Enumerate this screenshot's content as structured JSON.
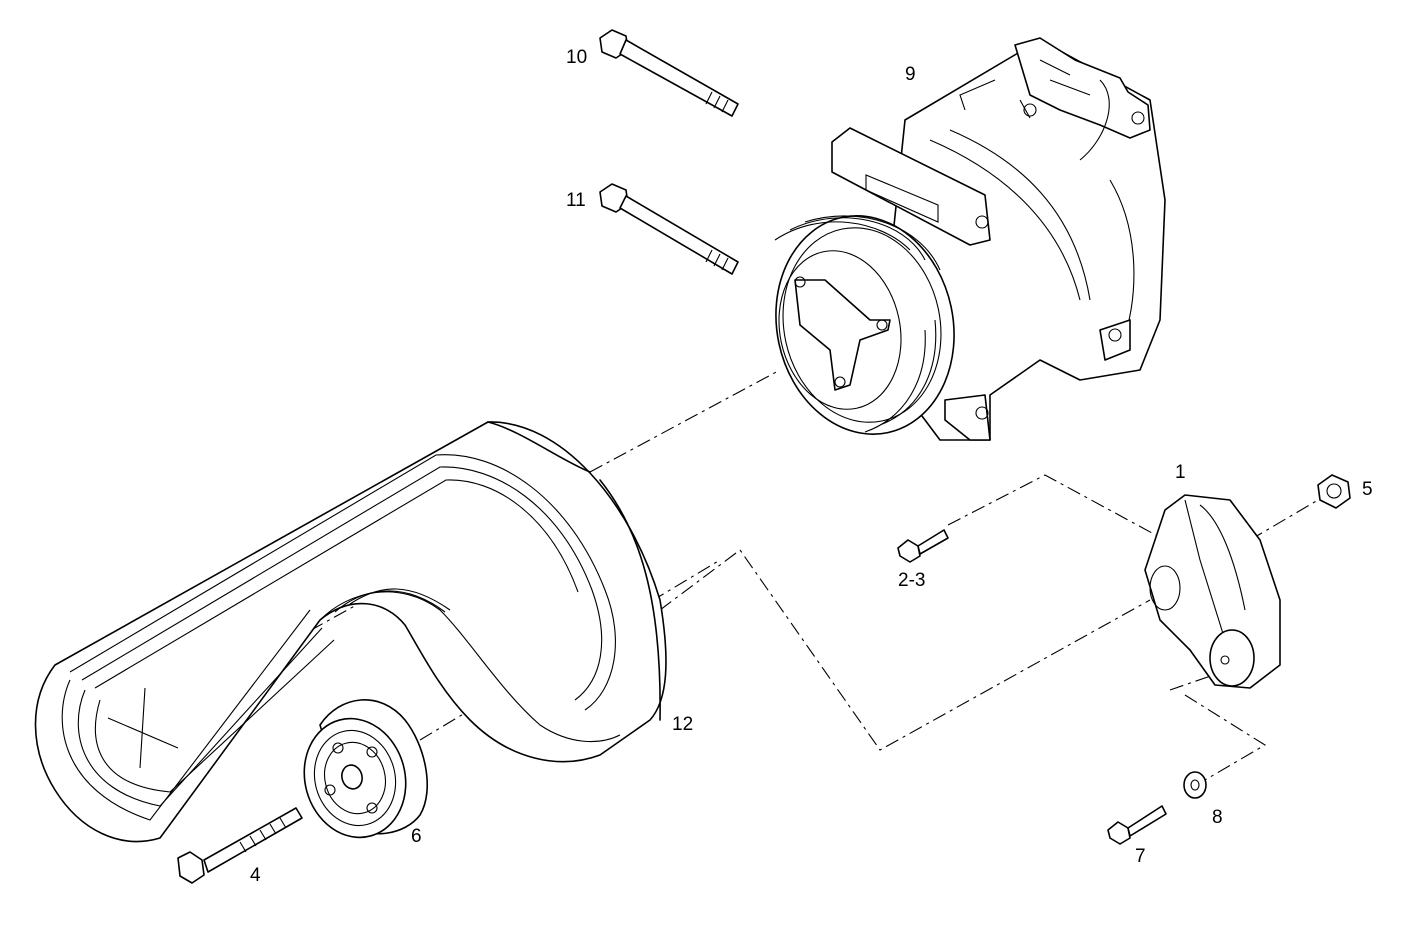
{
  "diagram": {
    "colors": {
      "line": "#000000",
      "background": "#ffffff"
    },
    "callouts": {
      "tensioner_bracket": "1",
      "screw_2_3": "2-3",
      "bolt_4": "4",
      "nut_5": "5",
      "idler_pulley": "6",
      "bolt_7": "7",
      "washer_8": "8",
      "ac_compressor": "9",
      "bolt_10": "10",
      "bolt_11": "11",
      "drive_belt": "12"
    }
  }
}
